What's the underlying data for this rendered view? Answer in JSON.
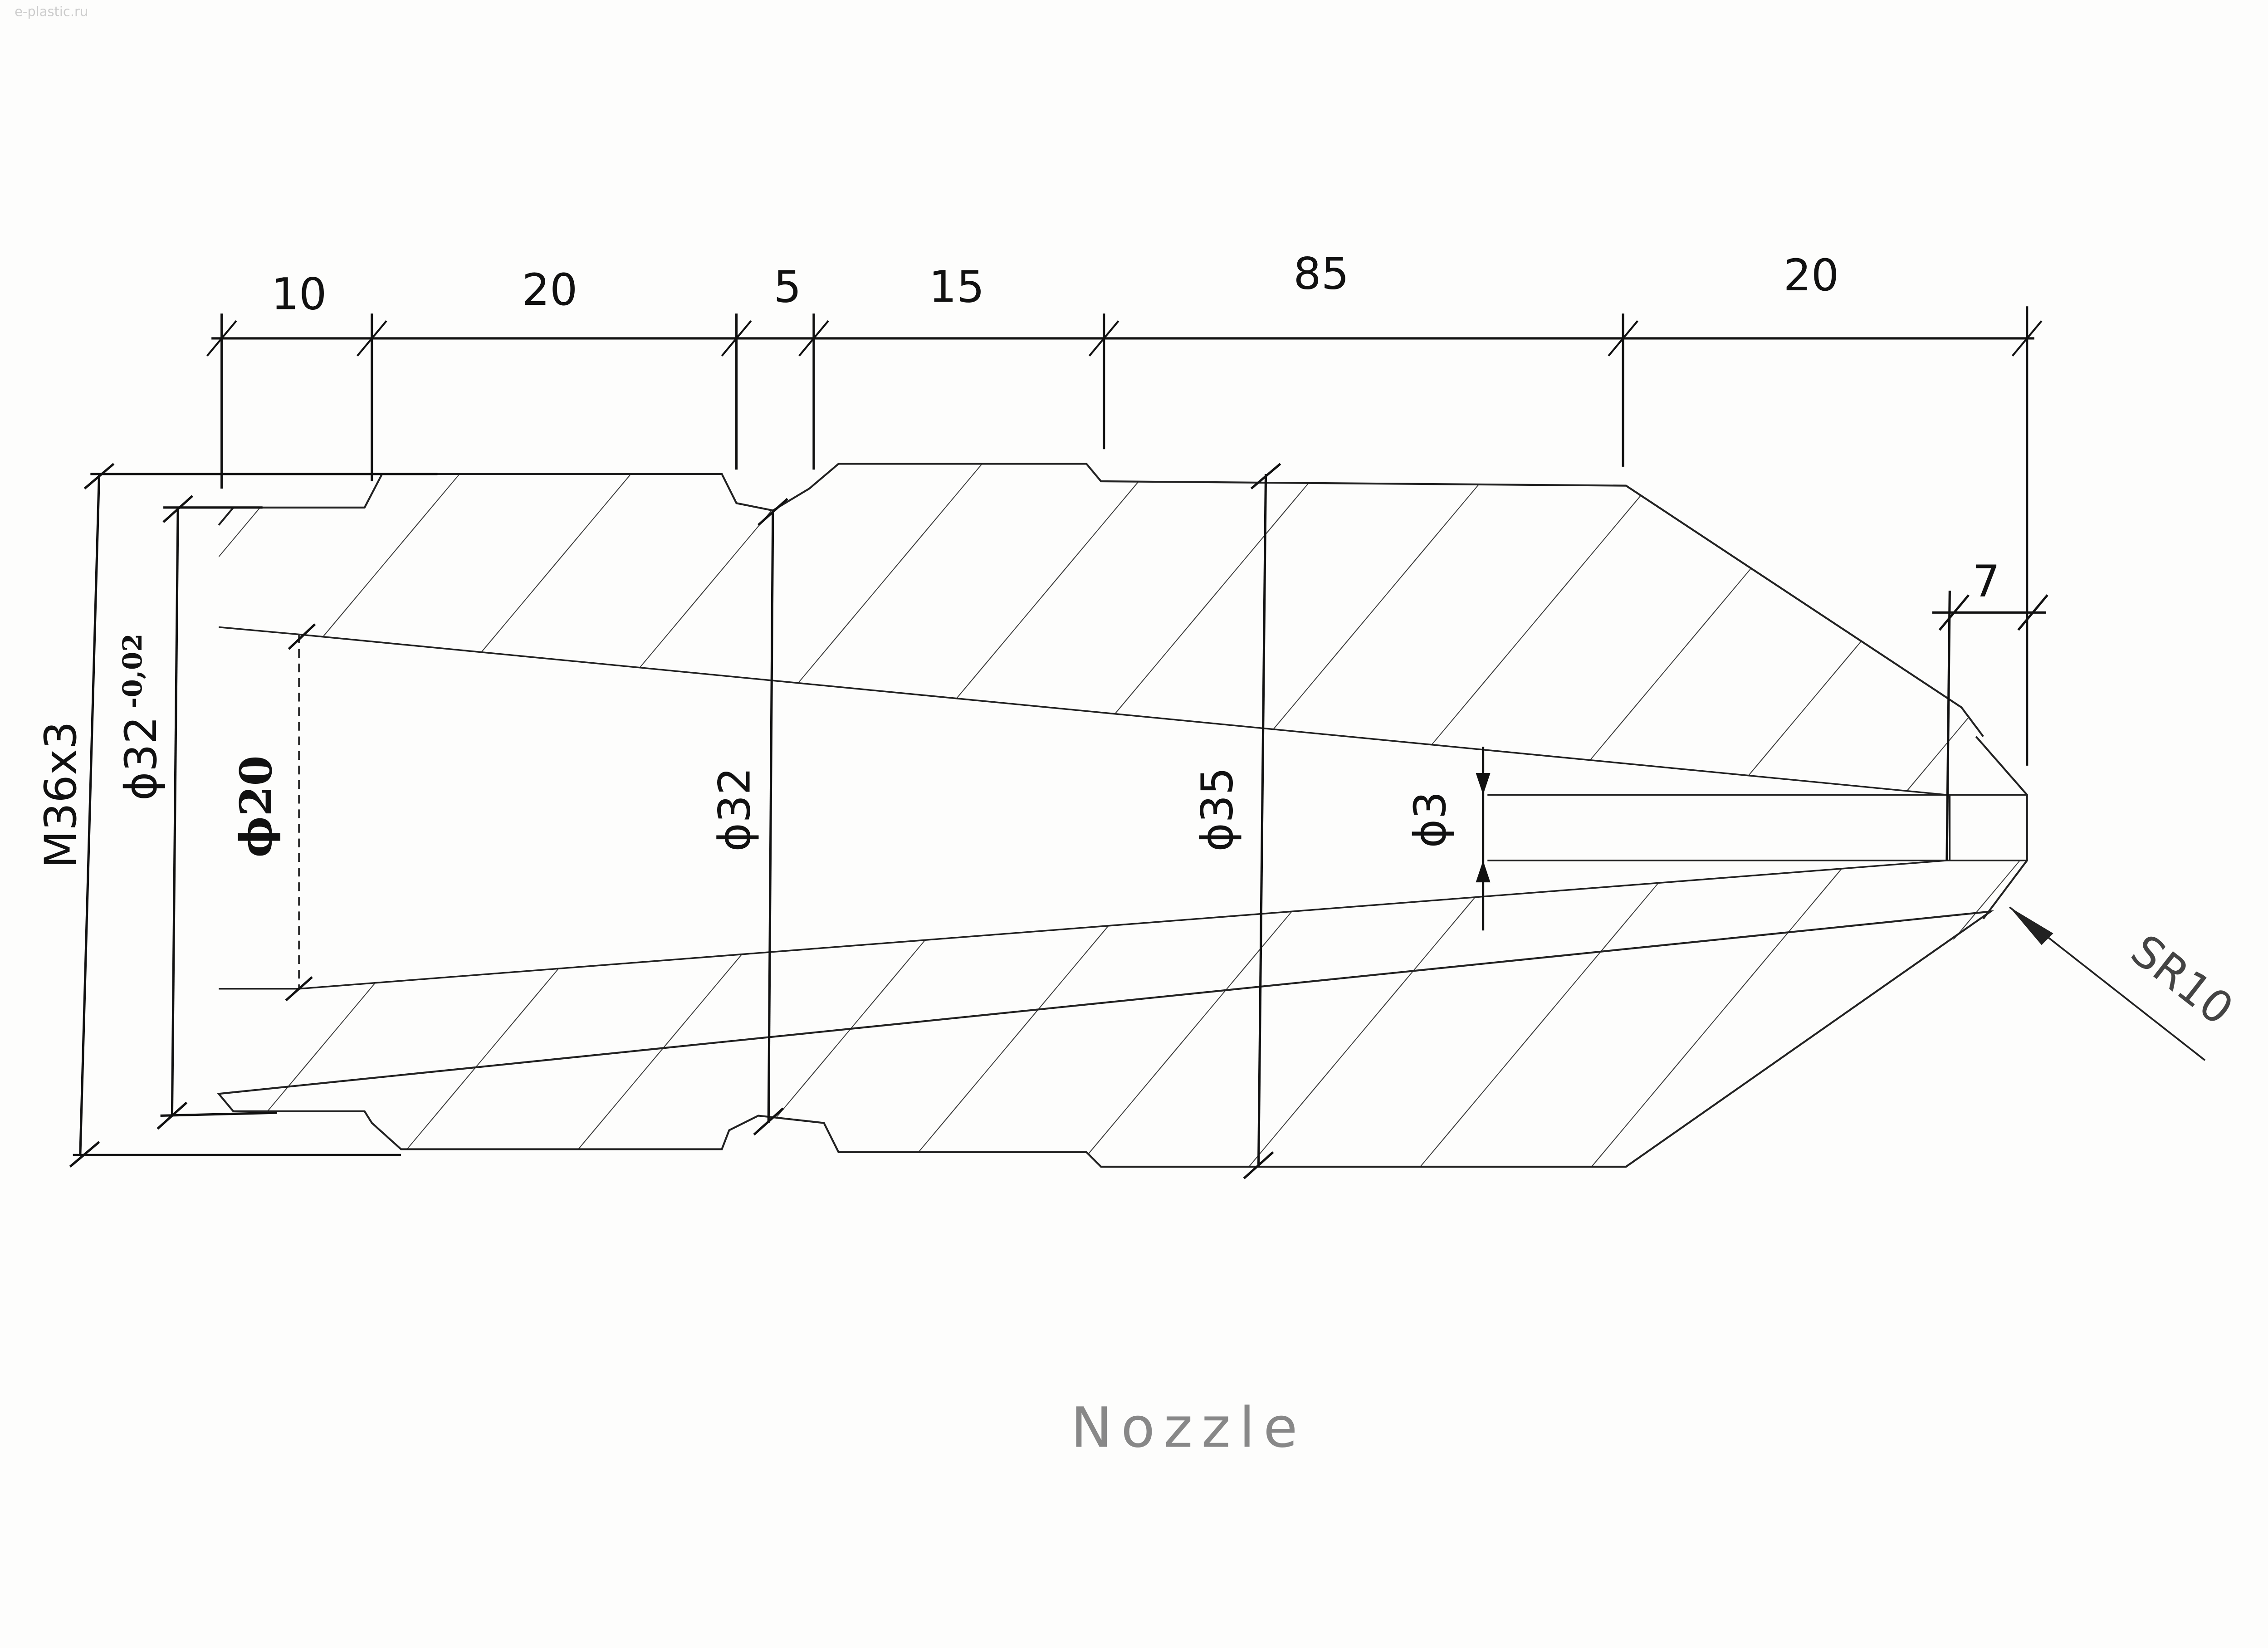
{
  "watermark": "e-plastic.ru",
  "title": "Nozzle",
  "dimensions": {
    "lengths": [
      "10",
      "20",
      "5",
      "15",
      "85",
      "20"
    ],
    "tip_length": "7",
    "thread": "M36x3",
    "seat_diameter": "ϕ32",
    "seat_tolerance": "-0,02",
    "bore_diameter": "ϕ20",
    "groove_diameter": "ϕ32",
    "body_diameter": "ϕ35",
    "orifice_diameter": "ϕ3",
    "tip_radius": "SR10"
  },
  "colors": {
    "line": "#111111",
    "paper": "#fdfdfc",
    "title": "#888888"
  }
}
